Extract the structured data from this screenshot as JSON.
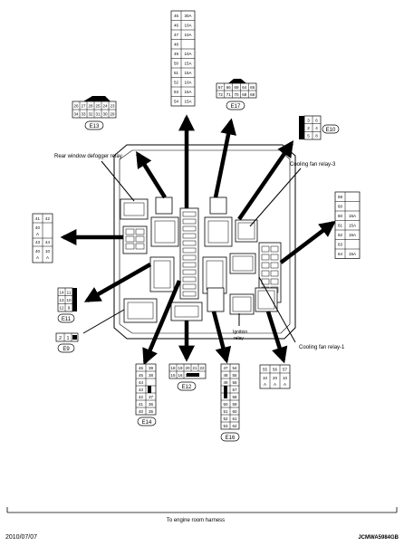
{
  "labels": {
    "rear_defogger_relay": "Rear window defogger relay",
    "cooling_fan_relay_3": "Cooling fan relay-3",
    "cooling_fan_relay_1": "Cooling fan relay-1",
    "ignition_relay_line1": "Ignition",
    "ignition_relay_line2": "relay",
    "harness": "To engine room harness"
  },
  "footer": {
    "date": "2010/07/07",
    "code": "JCMWA5984GB"
  },
  "connectors": {
    "E13": {
      "name": "E13",
      "top_row": [
        "26",
        "27",
        "28",
        "25",
        "24",
        "23"
      ],
      "bottom_row": [
        "34",
        "33",
        "32",
        "31",
        "30",
        "29"
      ]
    },
    "E17": {
      "name": "E17",
      "top_row": [
        "67",
        "66",
        "69",
        "64",
        "65"
      ],
      "bottom_row": [
        "72",
        "71",
        "70",
        "68",
        "68"
      ]
    },
    "E10": {
      "name": "E10",
      "rows": [
        [
          "3",
          "6"
        ],
        [
          "2",
          "4"
        ],
        [
          "5",
          "8"
        ]
      ]
    },
    "E11": {
      "name": "E11",
      "rows": [
        [
          "14",
          "11"
        ],
        [
          "13",
          "10"
        ],
        [
          "12",
          "9"
        ]
      ]
    },
    "E9": {
      "name": "E9",
      "cells": [
        "2",
        "1"
      ]
    },
    "E12": {
      "name": "E12",
      "top_row": [
        "18",
        "19",
        "20",
        "21",
        "22"
      ],
      "bottom_row": [
        "15",
        "16",
        "17"
      ]
    },
    "E14": {
      "name": "E14",
      "rows": [
        [
          "46",
          "39"
        ],
        [
          "45",
          "38"
        ],
        [
          "44",
          ""
        ],
        [
          "43",
          ""
        ],
        [
          "42",
          "37"
        ],
        [
          "41",
          "36"
        ],
        [
          "40",
          "35"
        ]
      ]
    },
    "E16": {
      "name": "E16",
      "rows": [
        [
          "47",
          "54"
        ],
        [
          "48",
          "55"
        ],
        [
          "49",
          "56"
        ],
        [
          "",
          "57"
        ],
        [
          "",
          "58"
        ],
        [
          "50",
          "59"
        ],
        [
          "51",
          "60"
        ],
        [
          "52",
          "61"
        ],
        [
          "53",
          "62"
        ]
      ]
    }
  },
  "fuse_tables": {
    "top": [
      {
        "n": "45",
        "a": "30A"
      },
      {
        "n": "46",
        "a": "10A"
      },
      {
        "n": "47",
        "a": "10A"
      },
      {
        "n": "48",
        "a": ""
      },
      {
        "n": "49",
        "a": "10A"
      },
      {
        "n": "50",
        "a": "15A"
      },
      {
        "n": "51",
        "a": "15A"
      },
      {
        "n": "52",
        "a": "10A"
      },
      {
        "n": "53",
        "a": "15A"
      },
      {
        "n": "54",
        "a": "15A"
      }
    ],
    "left": [
      {
        "n": "41",
        "v": "40",
        "a": "A"
      },
      {
        "n": "42",
        "v": "",
        "a": ""
      },
      {
        "n": "43",
        "v": "40",
        "a": "A"
      },
      {
        "n": "44",
        "v": "10",
        "a": "A"
      }
    ],
    "right": [
      {
        "n": "59",
        "a": ""
      },
      {
        "n": "60",
        "a": ""
      },
      {
        "n": "60",
        "a": "15A"
      },
      {
        "n": "61",
        "a": "15A"
      },
      {
        "n": "62",
        "a": "15A"
      },
      {
        "n": "63",
        "a": ""
      },
      {
        "n": "64",
        "a": "15A"
      }
    ],
    "bottom_right": [
      {
        "n": "55",
        "v": "10",
        "a": "A"
      },
      {
        "n": "56",
        "v": "20",
        "a": "A"
      },
      {
        "n": "57",
        "v": "10",
        "a": "A"
      }
    ]
  }
}
